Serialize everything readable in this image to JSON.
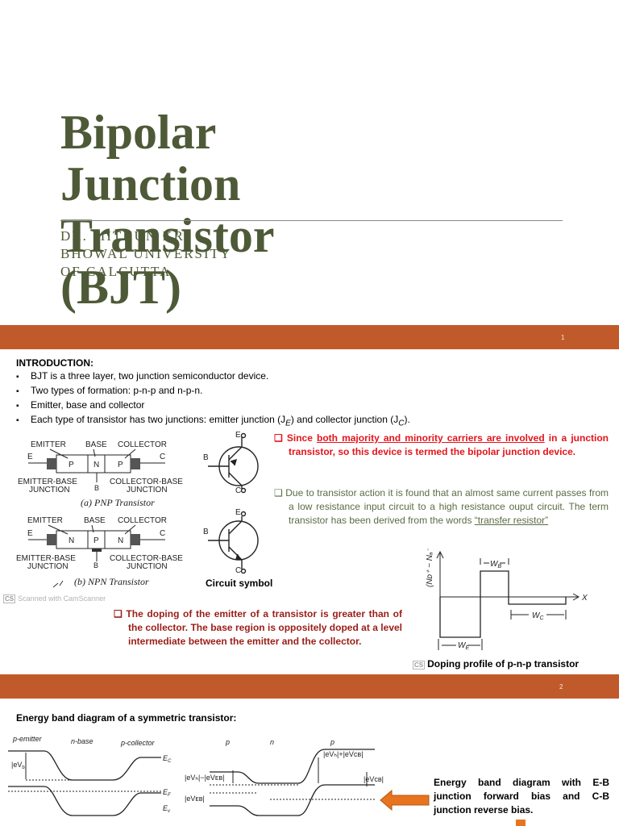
{
  "slide1": {
    "title_lines": [
      "Bipolar",
      "Junction",
      "Transistor",
      "(BJT)"
    ],
    "author_lines": [
      "Dr. Mithun KR",
      "Bhowal University",
      "of Calcutta"
    ],
    "page_number": "1"
  },
  "slide2": {
    "heading": "INTRODUCTION:",
    "bullets": [
      "BJT is a three layer, two junction semiconductor device.",
      "Two types of formation: p-n-p and n-p-n.",
      "Emitter, base and collector",
      "Each type of transistor has two junctions: emitter junction (J",
      ") and collector junction (J",
      ")."
    ],
    "sub_E": "E",
    "sub_C": "C",
    "diagram": {
      "pnp": {
        "emitter": "EMITTER",
        "base": "BASE",
        "collector": "COLLECTOR",
        "e": "E",
        "c": "C",
        "b": "B",
        "layers": [
          "P",
          "N",
          "P"
        ],
        "eb_junction": [
          "EMITTER-BASE",
          "JUNCTION"
        ],
        "cb_junction": [
          "COLLECTOR-BASE",
          "JUNCTION"
        ],
        "caption": "(a) PNP Transistor"
      },
      "npn": {
        "emitter": "EMITTER",
        "base": "BASE",
        "collector": "COLLECTOR",
        "e": "E",
        "c": "C",
        "b": "B",
        "layers": [
          "N",
          "P",
          "N"
        ],
        "eb_junction": [
          "EMITTER-BASE",
          "JUNCTION"
        ],
        "cb_junction": [
          "COLLECTOR-BASE",
          "JUNCTION"
        ],
        "caption": "(b) NPN Transistor"
      },
      "symbol_labels": {
        "e": "E",
        "b": "B",
        "c": "C"
      },
      "circuit_symbol": "Circuit symbol",
      "scanner": "Scanned with CamScanner"
    },
    "para1_a": "Since ",
    "para1_u": "both majority and minority carriers are involved",
    "para1_b": " in a junction transistor, so this device is termed the bipolar junction device.",
    "para2_a": "Due to transistor action it is found that an almost same current passes from a low resistance input circuit to a high resistance ouput circuit. The term transistor has been derived from the words ",
    "para2_u": "“transfer resistor”",
    "para3": "The doping of the emitter of a transistor is greater than of the collector. The base region is oppositely doped at a level intermediate between the emitter and the collector.",
    "doping": {
      "ylabel": "(Nᴅ⁺ − Nₐ⁻)",
      "x": "X",
      "wb": "W",
      "wb_sub": "B",
      "wc": "W",
      "wc_sub": "C",
      "we": "W",
      "we_sub": "E",
      "caption": "Doping profile of p-n-p transistor",
      "cs": "CS"
    },
    "page_number": "2"
  },
  "slide3": {
    "title": "Energy band diagram of a symmetric transistor:",
    "left_labels": {
      "pe": "p-emitter",
      "nb": "n-base",
      "pc": "p-collector",
      "ec": "E",
      "ec_sub": "C",
      "ef": "E",
      "ef_sub": "F",
      "ev": "E",
      "ev_sub": "v",
      "vb": "|eV",
      "vb_sub": "b",
      "vb_end": "|"
    },
    "right_labels": {
      "p1": "p",
      "n": "n",
      "p2": "p",
      "top": "|eVₕ|+|eVᴄʙ|",
      "mid": "|eVₕ|−|eVᴇʙ|",
      "veb": "|eVᴇʙ|",
      "vcb": "|eVᴄʙ|"
    },
    "note": "Energy band diagram with E-B junction forward bias and C-B junction reverse bias."
  },
  "colors": {
    "band": "#c15a2a",
    "title": "#4e5a37",
    "red": "#e4141c",
    "green": "#5c6b45",
    "darkred": "#9a1d17"
  }
}
